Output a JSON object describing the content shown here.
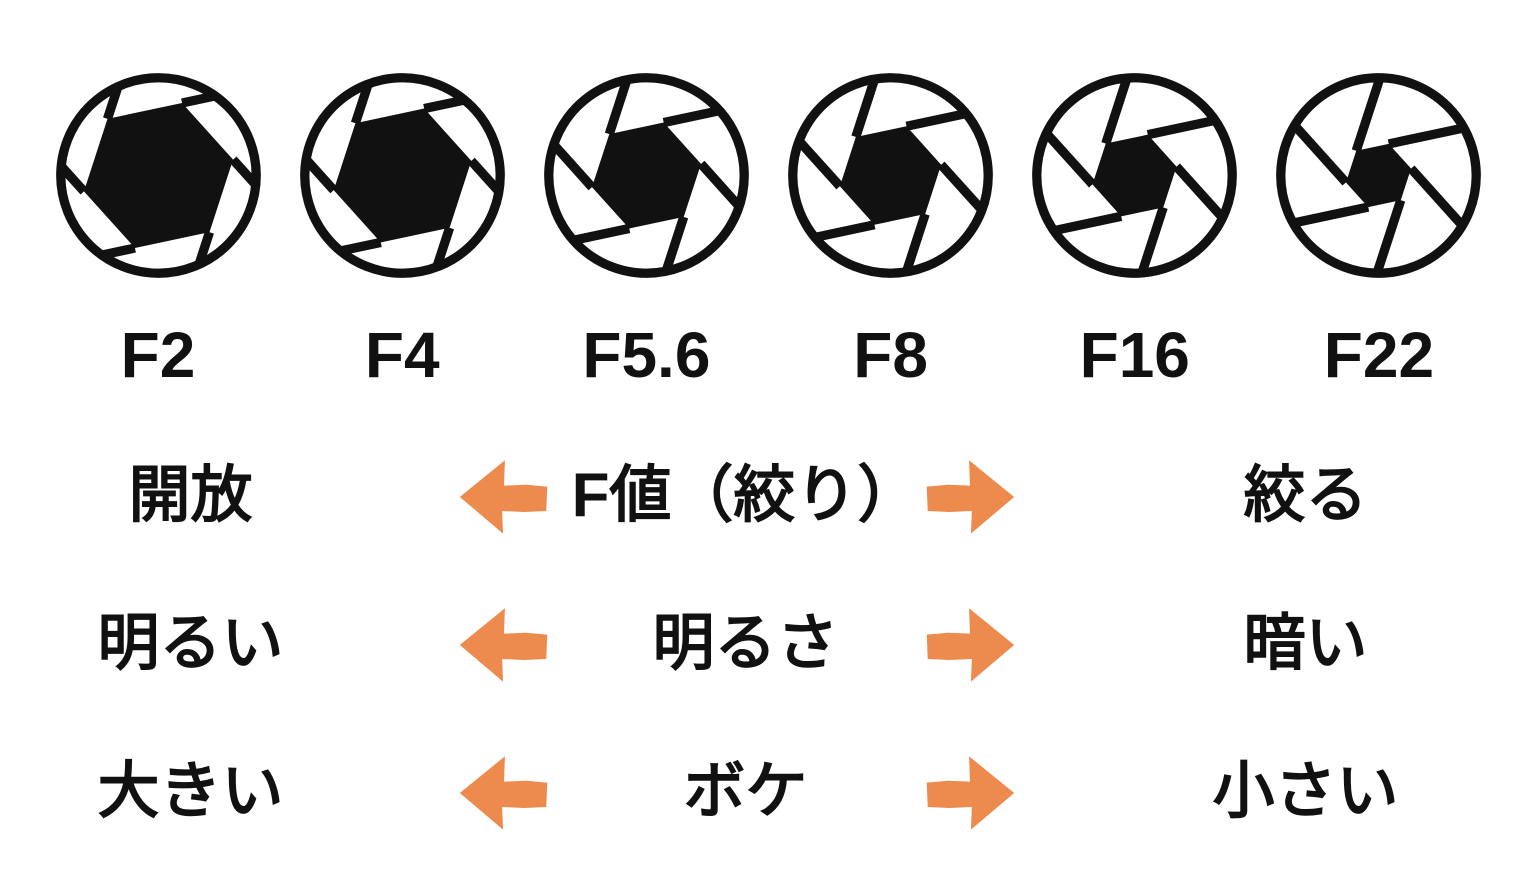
{
  "colors": {
    "ink": "#111111",
    "arrow_orange": "#ED8A4D",
    "background": "#FFFFFF"
  },
  "aperture_row": {
    "items": [
      {
        "label": "F2",
        "open_ratio": 0.78
      },
      {
        "label": "F4",
        "open_ratio": 0.72
      },
      {
        "label": "F5.6",
        "open_ratio": 0.57
      },
      {
        "label": "F8",
        "open_ratio": 0.53
      },
      {
        "label": "F16",
        "open_ratio": 0.44
      },
      {
        "label": "F22",
        "open_ratio": 0.34
      }
    ]
  },
  "icons": {
    "aperture": "aperture-icon",
    "left_arrow": "left-arrow-icon",
    "right_arrow": "right-arrow-icon"
  },
  "relation_rows": [
    {
      "left": "開放",
      "center": "F値（絞り）",
      "right": "絞る"
    },
    {
      "left": "明るい",
      "center": "明るさ",
      "right": "暗い"
    },
    {
      "left": "大きい",
      "center": "ボケ",
      "right": "小さい"
    }
  ]
}
